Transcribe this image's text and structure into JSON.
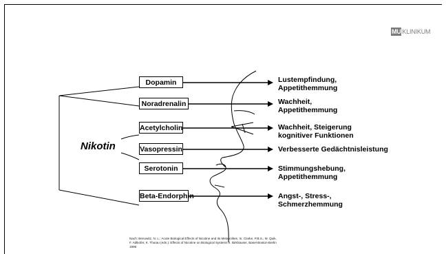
{
  "logo": {
    "mark": "MU",
    "text": "KLINIKUM"
  },
  "center_label": "Nikotin",
  "items": [
    {
      "name": "Dopamin",
      "effect": [
        "Lustempfindung,",
        "Appetithemmung"
      ]
    },
    {
      "name": "Noradrenalin",
      "effect": [
        "Wachheit,",
        "Appetithemmung"
      ]
    },
    {
      "name": "Acetylcholin",
      "effect": [
        "Wachheit, Steigerung",
        "kognitiver Funktionen"
      ]
    },
    {
      "name": "Vasopressin",
      "effect": [
        "Verbesserte Gedächtnisleistung"
      ]
    },
    {
      "name": "Serotonin",
      "effect": [
        "Stimmungshebung,",
        "Appetithemmung"
      ]
    },
    {
      "name": "Beta-Endorphin",
      "effect": [
        "Angst-, Stress-,",
        "Schmerzhemmung"
      ]
    }
  ],
  "citation": {
    "line1": "Nach: Benowitz, N. L.: Acute Biological Effects of Nicotine and its Metabolites. In: Clarke, P.B.S., M. Quik,",
    "line2": "F. Adlkofer, K. Thurau (eds.): Effects of Nicotine on Biological Systems II. Birkhäuser, Basel-Boston-Berlin",
    "line3": "1995"
  }
}
